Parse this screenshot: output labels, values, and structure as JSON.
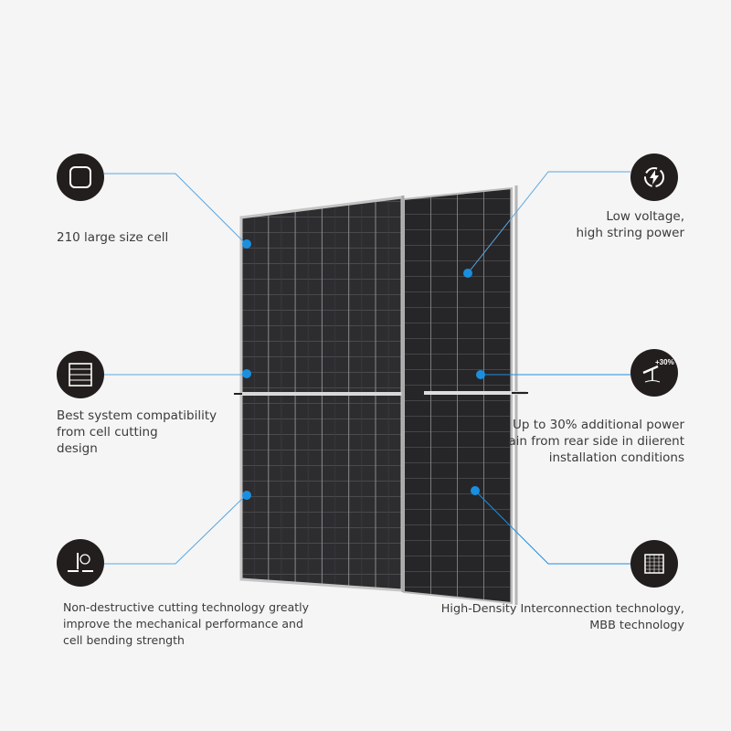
{
  "features": {
    "left": [
      {
        "icon": "square-cell-icon",
        "text": "210 large size cell"
      },
      {
        "icon": "cell-stack-icon",
        "text": "Best system compatibility\nfrom cell cutting\ndesign"
      },
      {
        "icon": "cutting-icon",
        "text": "Non-destructive cutting technology greatly\nimprove the mechanical performance and\ncell bending strength"
      }
    ],
    "right": [
      {
        "icon": "voltage-power-icon",
        "text": "Low voltage,\nhigh string power"
      },
      {
        "icon": "tracker-icon",
        "icon_text": "+30%",
        "text": "Up to 30% additional power\nain from rear side in diierent\ninstallation conditions"
      },
      {
        "icon": "busbar-grid-icon",
        "text": "High-Density Interconnection technology,\nMBB technology"
      }
    ]
  },
  "colors": {
    "accent": "#1a8fe0",
    "icon_bg": "#231e1e",
    "panel": "#2b2b2d",
    "background": "#f5f5f5"
  }
}
